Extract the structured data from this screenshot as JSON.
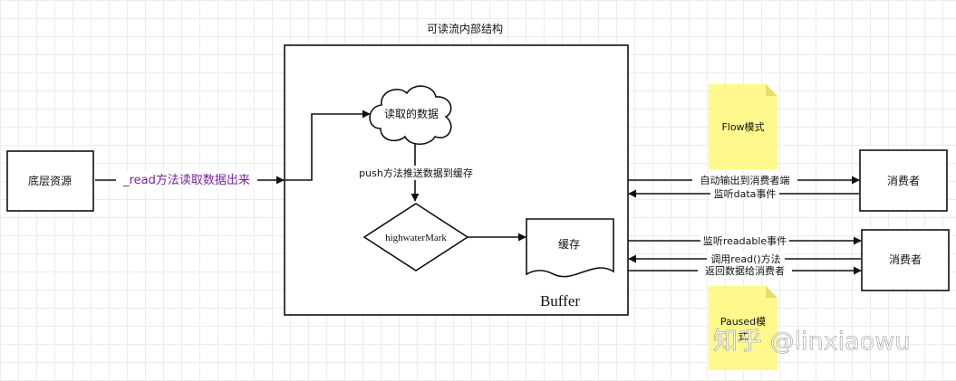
{
  "title": "可读流内部结构",
  "nodes": {
    "source": "底层资源",
    "read_cloud": "读取的数据",
    "high_water_mark": "highwaterMark",
    "cache": "缓存",
    "buffer": "Buffer",
    "consumer_flow": "消费者",
    "consumer_paused": "消费者"
  },
  "edges": {
    "read_method": "_read方法读取数据出来",
    "push_method": "push方法推送数据到缓存",
    "flow_out": "自动输出到消费者端",
    "flow_listen": "监听data事件",
    "paused_listen": "监听readable事件",
    "paused_call": "调用read()方法",
    "paused_return": "返回数据给消费者"
  },
  "notes": {
    "flow": "Flow模式",
    "paused_line1": "Paused模",
    "paused_line2": "式"
  },
  "watermark": "知乎 @linxiaowu",
  "colors": {
    "stroke": "#111111",
    "note_fill": "#fff88c",
    "note_fold": "#e8dd6a",
    "purple_text": "#7a1fa2"
  }
}
